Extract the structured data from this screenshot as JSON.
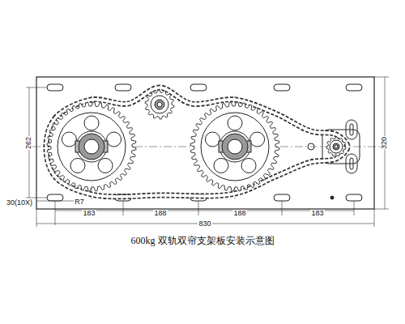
{
  "diagram": {
    "caption": "600kg 双轨双帘支架板安装示意图",
    "labels": [
      "262",
      "320",
      "30(10X)",
      "R7",
      "183",
      "188",
      "188",
      "183",
      "830"
    ]
  }
}
